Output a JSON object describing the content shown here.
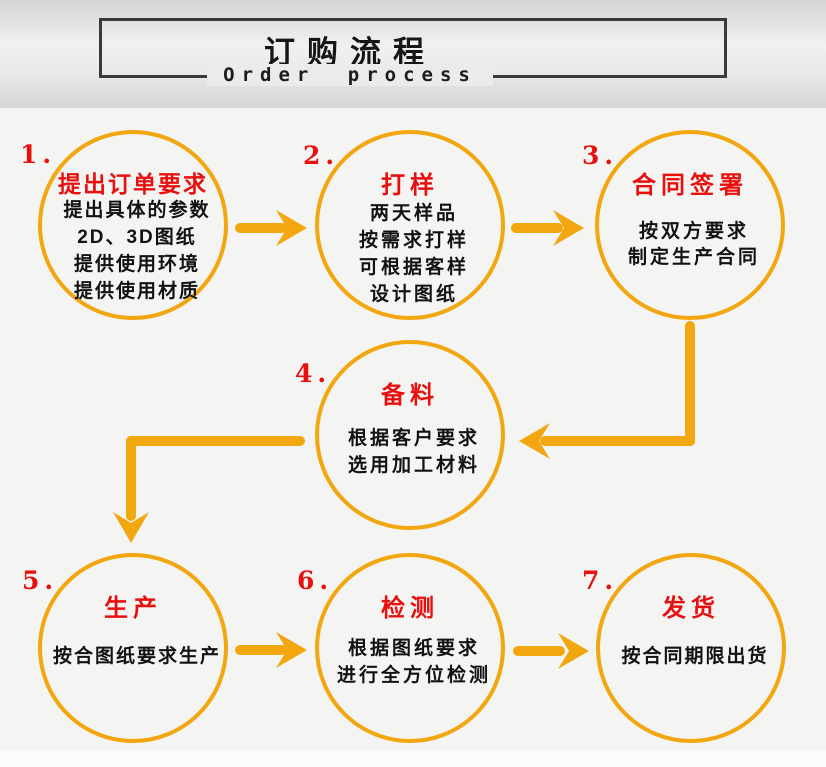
{
  "header": {
    "title": "订购流程",
    "subtitle": "Order process"
  },
  "colors": {
    "accent_orange": "#F2A60F",
    "accent_red": "#E8100F",
    "text_black": "#121212",
    "header_border": "#3A3A3C"
  },
  "steps": [
    {
      "number": "1.",
      "title": "提出订单要求",
      "lines": [
        "提出具体的参数",
        "2D、3D图纸",
        "提供使用环境",
        "提供使用材质"
      ]
    },
    {
      "number": "2.",
      "title": "打样",
      "lines": [
        "两天样品",
        "按需求打样",
        "可根据客样",
        "设计图纸"
      ]
    },
    {
      "number": "3.",
      "title": "合同签署",
      "lines": [
        "按双方要求",
        "制定生产合同"
      ]
    },
    {
      "number": "4.",
      "title": "备料",
      "lines": [
        "根据客户要求",
        "选用加工材料"
      ]
    },
    {
      "number": "5.",
      "title": "生产",
      "lines": [
        "按合图纸要求生产"
      ]
    },
    {
      "number": "6.",
      "title": "检测",
      "lines": [
        "根据图纸要求",
        "进行全方位检测"
      ]
    },
    {
      "number": "7.",
      "title": "发货",
      "lines": [
        "按合同期限出货"
      ]
    }
  ]
}
